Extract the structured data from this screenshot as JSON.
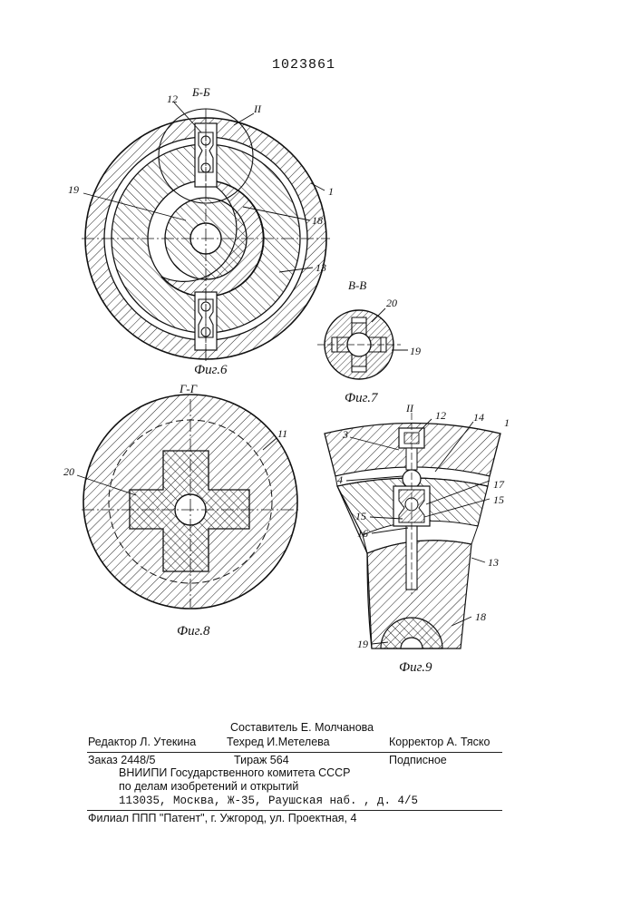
{
  "document": {
    "number": "1023861"
  },
  "figures": {
    "fig6": {
      "caption": "Фиг.6",
      "section": "Б-Б",
      "detail": "II",
      "labels": {
        "l12": "12",
        "l1": "1",
        "l19": "19",
        "l18": "18",
        "l13": "13"
      }
    },
    "fig7": {
      "caption": "Фиг.7",
      "section": "В-В",
      "labels": {
        "l20": "20",
        "l19": "19"
      }
    },
    "fig8": {
      "caption": "Фиг.8",
      "section": "Г-Г",
      "labels": {
        "l11": "11",
        "l20": "20"
      }
    },
    "fig9": {
      "caption": "Фиг.9",
      "detail": "II",
      "labels": {
        "l12": "12",
        "l14": "14",
        "l1": "1",
        "l3": "3",
        "l4": "4",
        "l17": "17",
        "l15a": "15",
        "l15b": "15",
        "l16": "16",
        "l13": "13",
        "l18": "18",
        "l19": "19"
      }
    }
  },
  "imprint": {
    "editor": "Редактор Л. Утекина",
    "compiler": "Составитель Е. Молчанова",
    "techred": "Техред И.Метелева",
    "corrector": "Корректор А. Тяско",
    "order": "Заказ 2448/5",
    "circulation": "Тираж 564",
    "subscription": "Подписное",
    "org1": "ВНИИПИ Государственного комитета СССР",
    "org2": "по делам изобретений и открытий",
    "address": "113035, Москва, Ж-35, Раушская наб. , д. 4/5",
    "branch": "Филиал ППП \"Патент\", г. Ужгород, ул. Проектная, 4"
  }
}
